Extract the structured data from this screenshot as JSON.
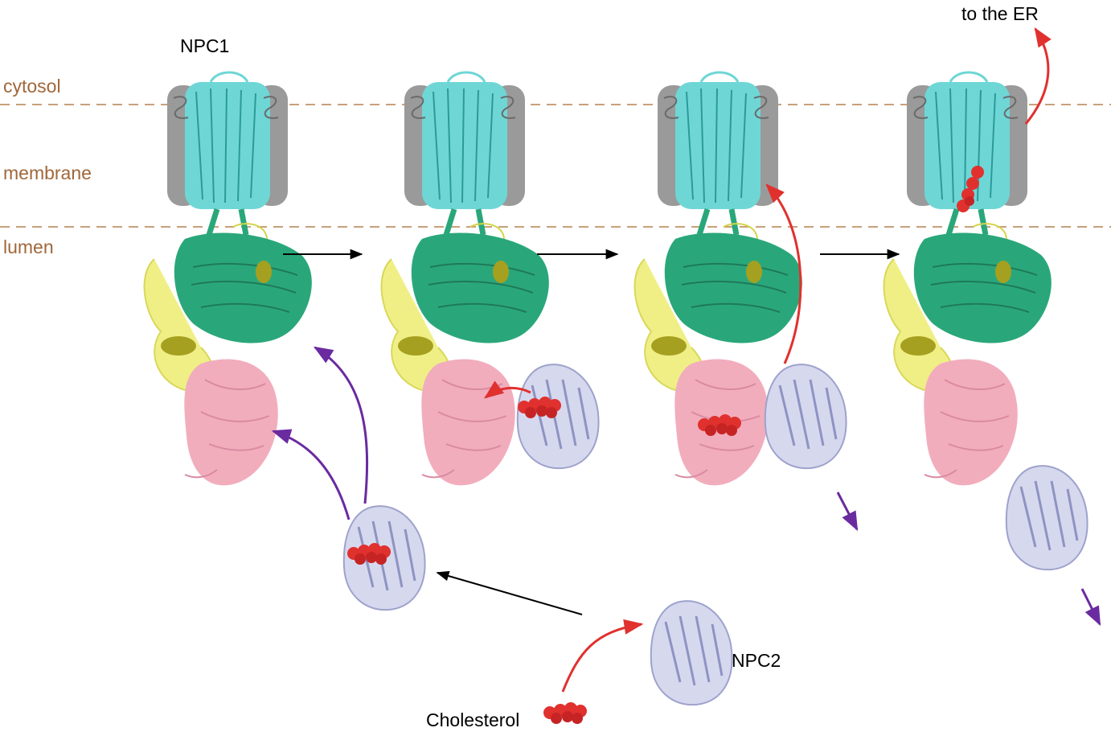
{
  "labels": {
    "npc1": "NPC1",
    "npc2": "NPC2",
    "cholesterol": "Cholesterol",
    "to_er": "to the ER"
  },
  "zones": {
    "cytosol": "cytosol",
    "membrane": "membrane",
    "lumen": "lumen"
  },
  "colors": {
    "zone_text": "#a0673a",
    "membrane_line": "#c8a07a",
    "tm_cyan": "#6fd6d6",
    "tm_gray": "#9a9a9a",
    "ntd_green": "#2aa77a",
    "ntd_yellow": "#e8e66a",
    "olive": "#a6a020",
    "pink": "#f2adbd",
    "npc2": "#c7c9e6",
    "cholesterol": "#e0312f",
    "arrow_red": "#e0312f",
    "arrow_purple": "#6a2aa0",
    "arrow_black": "#000000"
  }
}
